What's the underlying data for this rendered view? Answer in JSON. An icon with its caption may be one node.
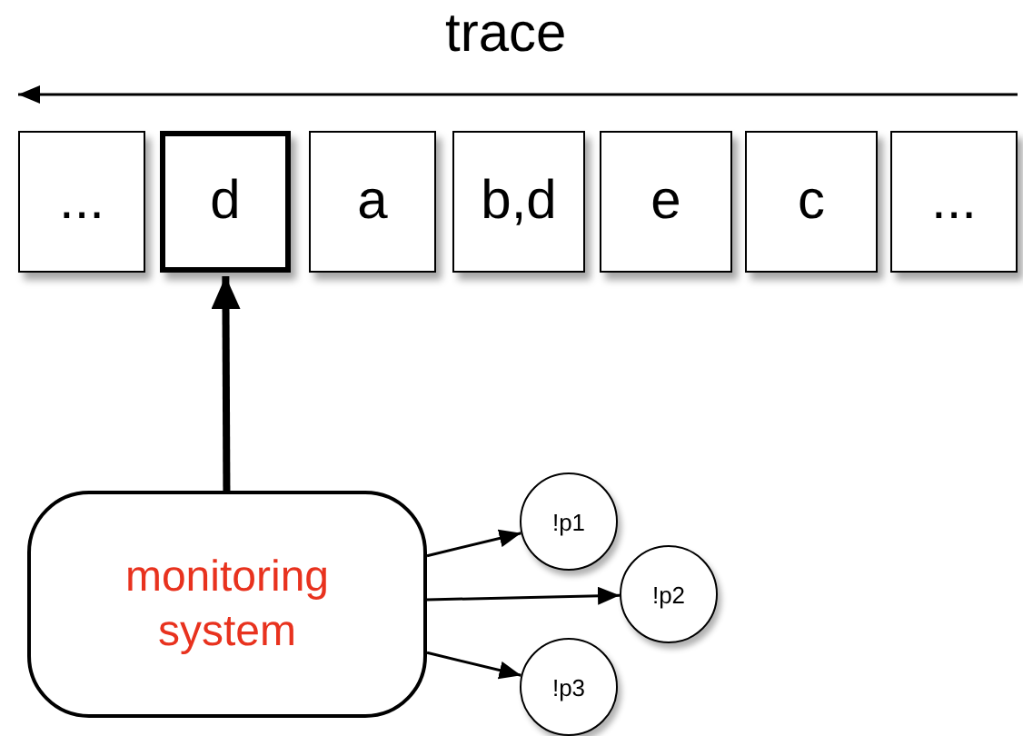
{
  "diagram": {
    "nodes": [
      {
        "text": [
          "..."
        ]
      },
      {
        "text": [
          "d"
        ]
      },
      {
        "text": [
          "a"
        ]
      },
      {
        "text": [
          "b,d"
        ]
      },
      {
        "text": [
          "e"
        ]
      },
      {
        "text": [
          "c"
        ]
      },
      {
        "text": [
          "..."
        ]
      },
      {
        "text": [
          "monitoring system"
        ]
      },
      {
        "text": [
          "!p1"
        ]
      },
      {
        "text": [
          "!p2"
        ]
      },
      {
        "text": [
          "!p3"
        ]
      }
    ],
    "edges": [
      {
        "from": 7,
        "to": 1,
        "arrow": "to",
        "style": "thick"
      },
      {
        "from": 7,
        "to": 8,
        "arrow": "to"
      },
      {
        "from": 7,
        "to": 9,
        "arrow": "to"
      },
      {
        "from": 7,
        "to": 10,
        "arrow": "to"
      }
    ],
    "labels": [
      "trace"
    ]
  }
}
